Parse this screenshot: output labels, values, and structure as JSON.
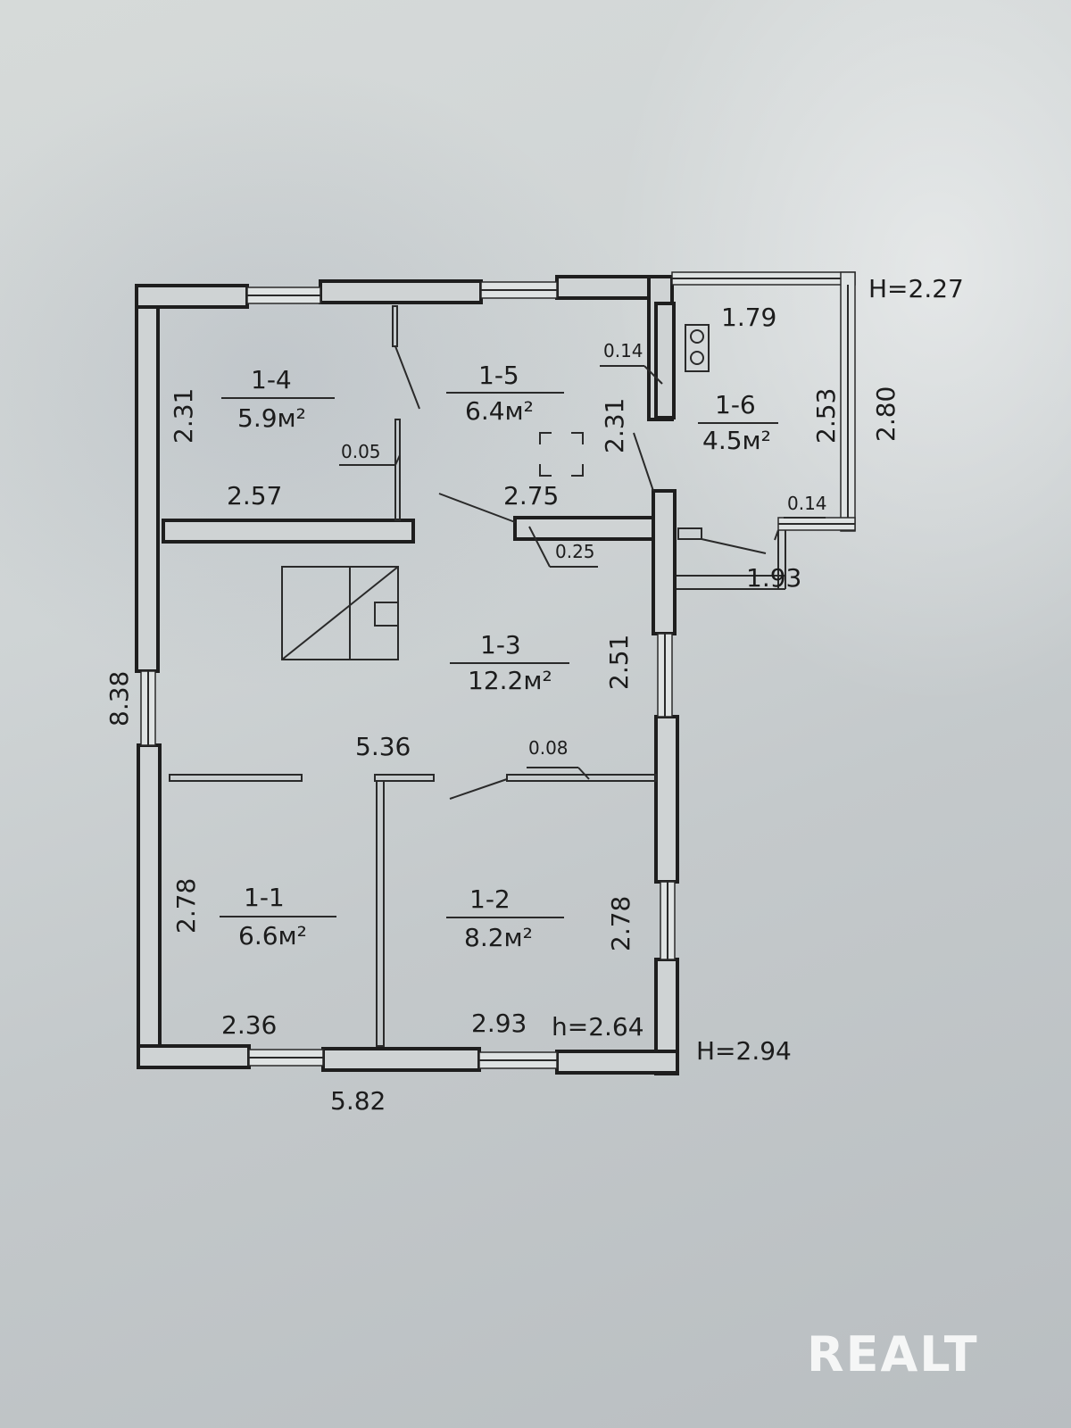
{
  "rooms": [
    {
      "id": "1-1",
      "area": "6.6м²"
    },
    {
      "id": "1-2",
      "area": "8.2м²"
    },
    {
      "id": "1-3",
      "area": "12.2м²"
    },
    {
      "id": "1-4",
      "area": "5.9м²"
    },
    {
      "id": "1-5",
      "area": "6.4м²"
    },
    {
      "id": "1-6",
      "area": "4.5м²"
    }
  ],
  "dimensions": {
    "total_height": "8.38",
    "bottom_total": "5.82",
    "mid_width": "5.36",
    "r14_width": "2.57",
    "r14_height": "2.31",
    "r15_width": "2.75",
    "r15_height": "2.31",
    "r13_height": "2.51",
    "r11_width": "2.36",
    "r11_height": "2.78",
    "r12_width": "2.93",
    "r12_height": "2.78",
    "r16_top": "1.79",
    "r16_inner": "2.53",
    "r16_outer": "2.80",
    "r16_bottom": "1.93",
    "wall_005": "0.05",
    "wall_014a": "0.14",
    "wall_014b": "0.14",
    "wall_025": "0.25",
    "wall_008": "0.08"
  },
  "heights": {
    "top_right": "H=2.27",
    "bottom_right": "H=2.94",
    "ceiling": "h=2.64"
  },
  "logo": "REALT"
}
